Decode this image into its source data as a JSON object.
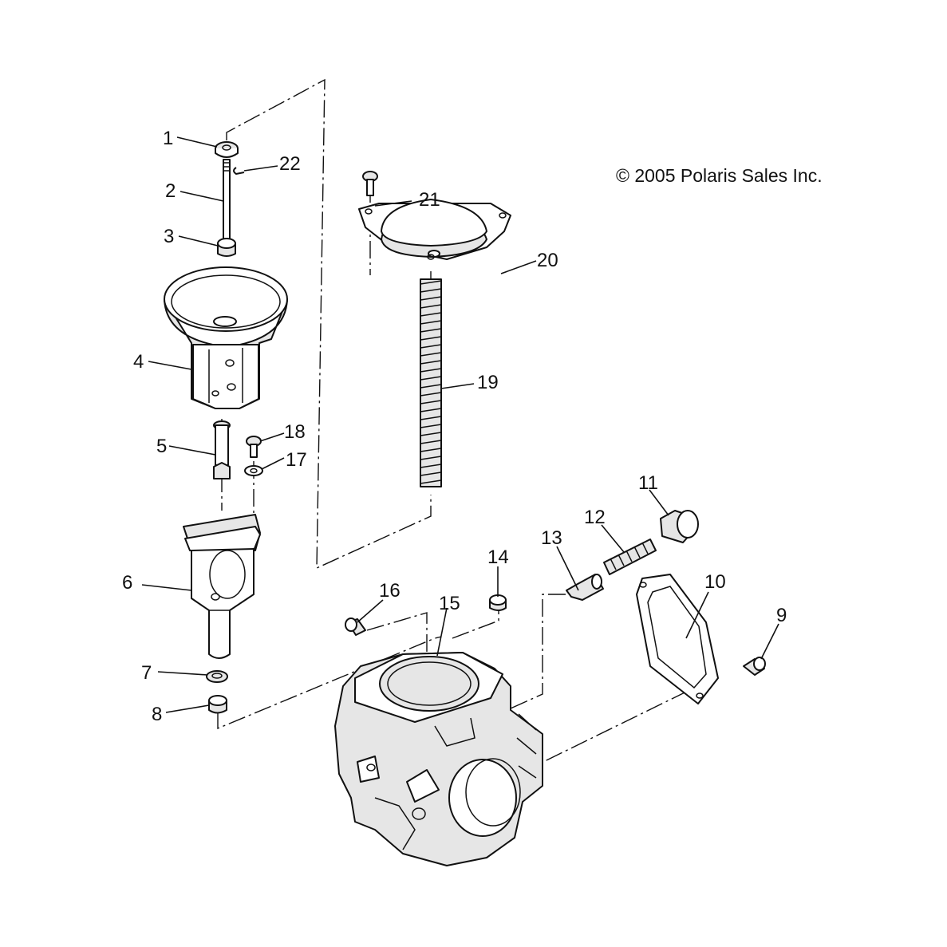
{
  "copyright": "© 2005 Polaris Sales Inc.",
  "callouts": [
    "1",
    "2",
    "3",
    "4",
    "5",
    "6",
    "7",
    "8",
    "9",
    "10",
    "11",
    "12",
    "13",
    "14",
    "15",
    "16",
    "17",
    "18",
    "19",
    "20",
    "21",
    "22"
  ]
}
